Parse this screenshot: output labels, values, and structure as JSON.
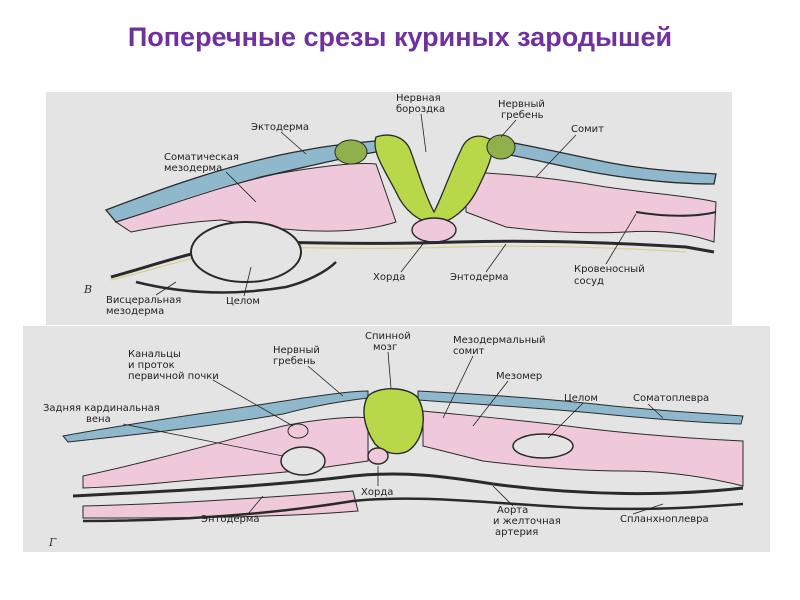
{
  "title": "Поперечные срезы куриных зародышей",
  "panel_top": {
    "letter": "В",
    "labels": {
      "nerv_borozdka_1": "Нервная",
      "nerv_borozdka_2": "бороздка",
      "nerv_greben_1": "Нервный",
      "nerv_greben_2": "гребень",
      "ektoderma": "Эктодерма",
      "somit": "Сомит",
      "somat_mezoderma_1": "Соматическая",
      "somat_mezoderma_2": "мезодерма",
      "horda": "Хорда",
      "entoderma": "Энтодерма",
      "krovenosny_1": "Кровеносный",
      "krovenosny_2": "сосуд",
      "visceral_1": "Висцеральная",
      "visceral_2": "мезодерма",
      "celom": "Целом"
    }
  },
  "panel_bottom": {
    "letter": "Г",
    "labels": {
      "kanalcy_1": "Канальцы",
      "kanalcy_2": "и проток",
      "kanalcy_3": "первичной почки",
      "nerv_greben_1": "Нервный",
      "nerv_greben_2": "гребень",
      "spinnoi_1": "Спинной",
      "spinnoi_2": "мозг",
      "mezoderm_somit_1": "Мезодермальный",
      "mezoderm_somit_2": "сомит",
      "mezomer": "Мезомер",
      "celom": "Целом",
      "somatopleura": "Соматоплевра",
      "zadnyaya_1": "Задняя кардинальная",
      "zadnyaya_2": "вена",
      "horda": "Хорда",
      "entoderma": "Энтодерма",
      "aorta_1": "Аорта",
      "aorta_2": "и желточная",
      "aorta_3": "артерия",
      "splanh": "Спланхноплевра"
    }
  },
  "colors": {
    "title": "#7030a0",
    "background": "#e4e4e4",
    "mesoderm": "#f0c8dc",
    "neural": "#b8d84a",
    "ectoderm": "#8fb8cc",
    "line": "#2a2a2a"
  }
}
